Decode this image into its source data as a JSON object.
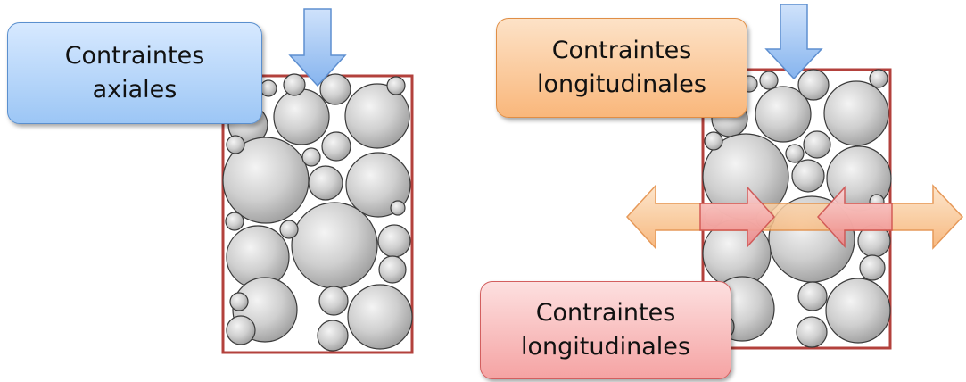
{
  "callouts": {
    "axial": {
      "line1": "Contraintes",
      "line2": "axiales"
    },
    "longitudinal_top": {
      "line1": "Contraintes",
      "line2": "longitudinales"
    },
    "longitudinal_bottom": {
      "line1": "Contraintes",
      "line2": "longitudinales"
    }
  },
  "colors": {
    "frame": "#b3413c",
    "grain_fill": "#c9c9c9",
    "grain_stroke": "#3a3a3a",
    "arrow_down": "#9dc3f2",
    "arrow_orange": "#f7c08e",
    "arrow_red": "#f29b9b"
  }
}
